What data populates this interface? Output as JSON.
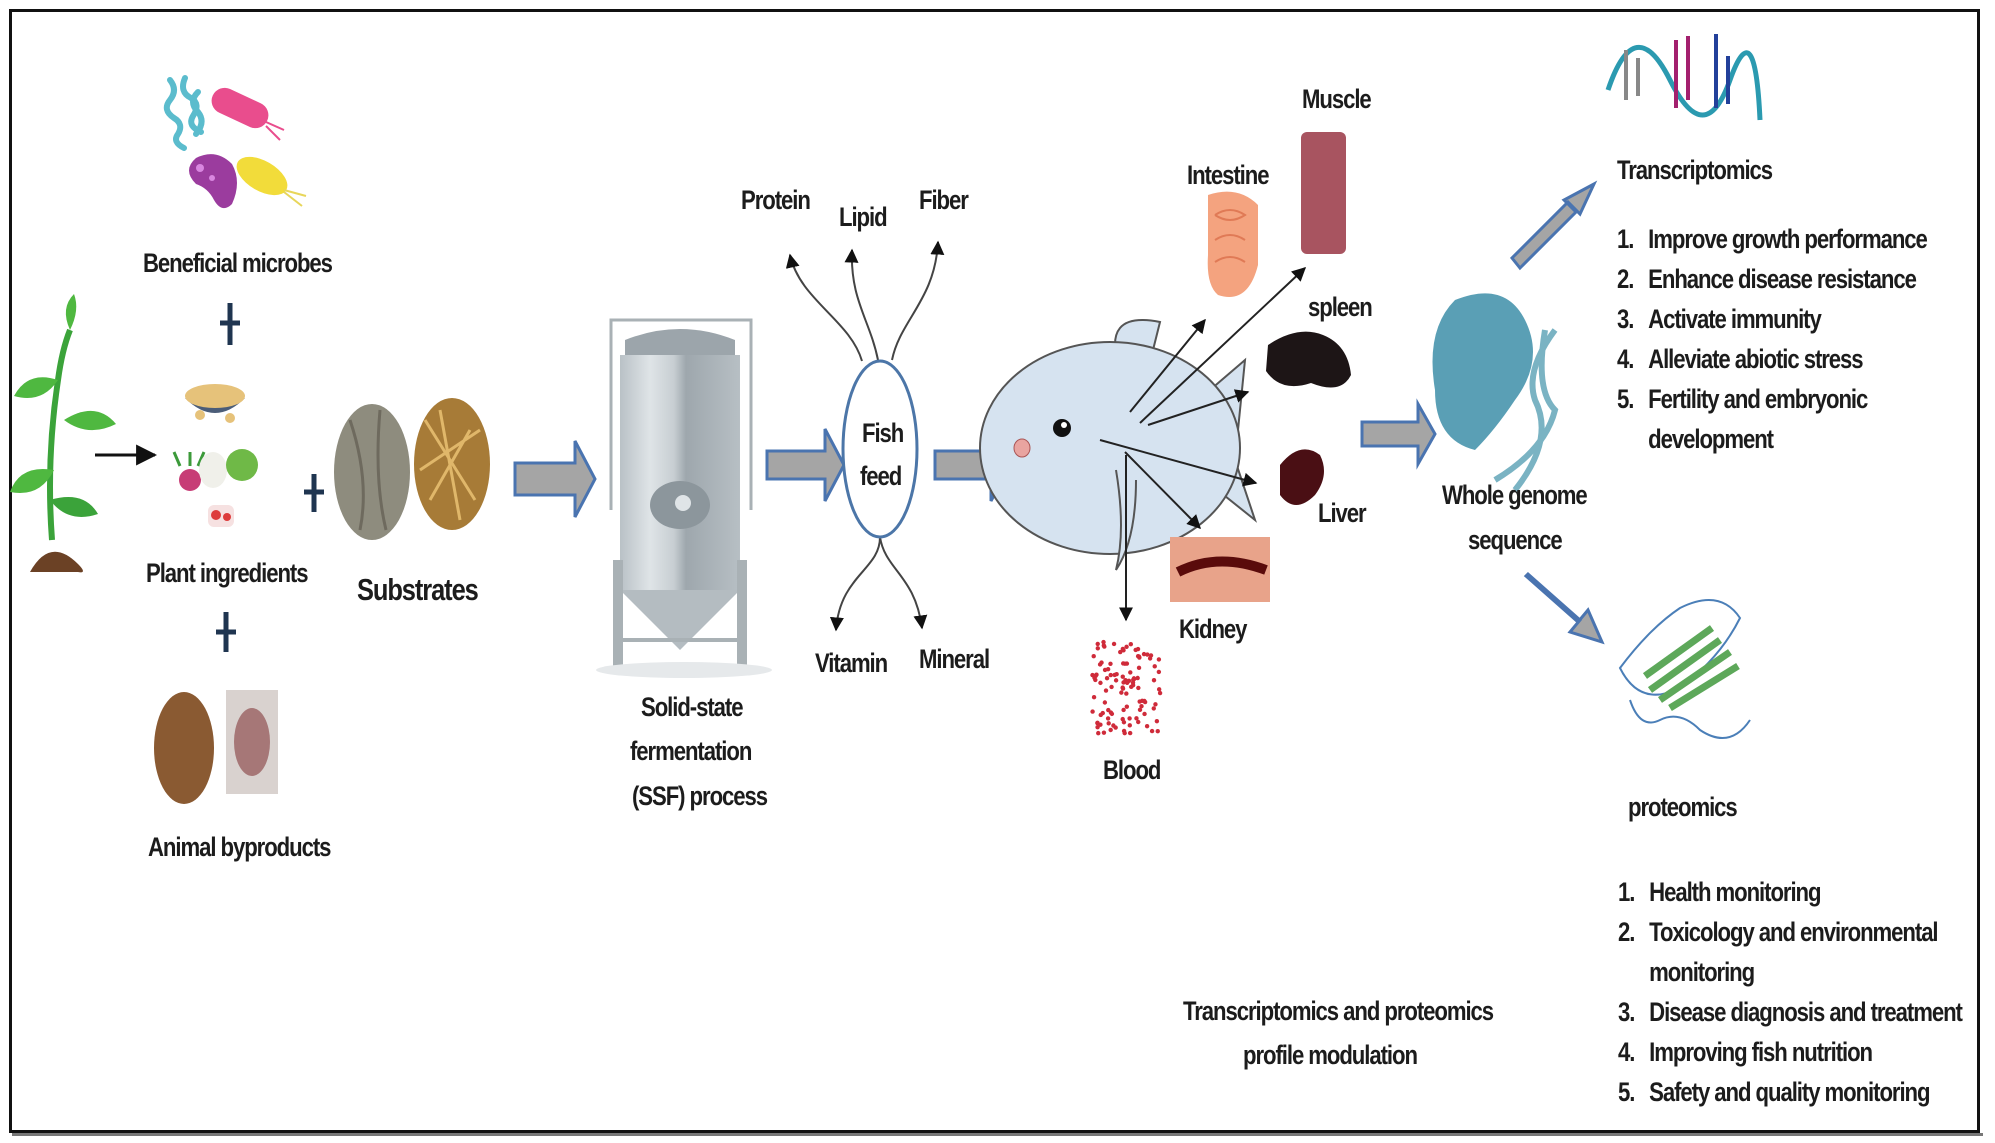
{
  "diagram": {
    "title": "Solid-state fermentation of fish feed and omics profile modulation",
    "inputs": {
      "beneficial_microbes": "Beneficial microbes",
      "plant_ingredients": "Plant ingredients",
      "animal_byproducts": "Animal byproducts",
      "substrates": "Substrates",
      "plus_symbol": "+"
    },
    "process": {
      "ssf_line1": "Solid-state",
      "ssf_line2": "fermentation",
      "ssf_line3": "(SSF) process"
    },
    "fish_feed": {
      "line1": "Fish",
      "line2": "feed",
      "nutrients_top": [
        "Protein",
        "Lipid",
        "Fiber"
      ],
      "nutrients_bottom": [
        "Vitamin",
        "Mineral"
      ]
    },
    "organs": {
      "muscle": "Muscle",
      "intestine": "Intestine",
      "spleen": "spleen",
      "liver": "Liver",
      "kidney": "Kidney",
      "blood": "Blood"
    },
    "genome": {
      "line1": "Whole genome",
      "line2": "sequence"
    },
    "transcriptomics": {
      "title": "Transcriptomics",
      "items": [
        {
          "num": "1.",
          "text": "Improve growth performance"
        },
        {
          "num": "2.",
          "text": "Enhance disease resistance"
        },
        {
          "num": "3.",
          "text": "Activate immunity"
        },
        {
          "num": "4.",
          "text": "Alleviate abiotic stress"
        },
        {
          "num": "5.",
          "text": "Fertility and embryonic",
          "text2": "development"
        }
      ]
    },
    "proteomics": {
      "title": "proteomics",
      "items": [
        {
          "num": "1.",
          "text": "Health monitoring"
        },
        {
          "num": "2.",
          "text": "Toxicology and environmental",
          "text2": "monitoring"
        },
        {
          "num": "3.",
          "text": "Disease diagnosis and treatment"
        },
        {
          "num": "4.",
          "text": "Improving fish nutrition"
        },
        {
          "num": "5.",
          "text": "Safety and quality monitoring"
        }
      ]
    },
    "caption": {
      "line1": "Transcriptomics and proteomics",
      "line2": "profile modulation"
    },
    "colors": {
      "block_arrow_fill": "#a5a5a5",
      "block_arrow_stroke": "#4a74b0",
      "fish_body": "#d6e3f0",
      "genome_teal": "#5a9fb5",
      "frame": "#111111"
    }
  }
}
